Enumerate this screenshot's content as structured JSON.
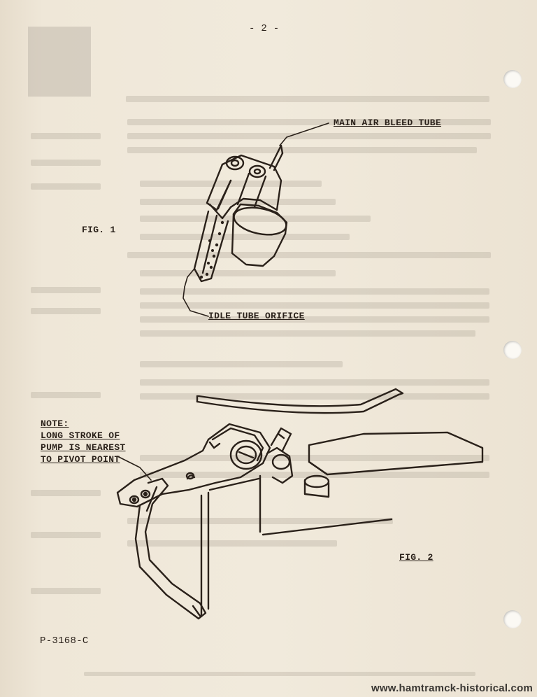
{
  "page": {
    "page_number": "- 2 -",
    "form_number": "P-3168-C"
  },
  "figure1": {
    "label": "FIG. 1",
    "callout_top": "MAIN AIR BLEED TUBE",
    "callout_bottom": "IDLE TUBE ORIFICE"
  },
  "figure2": {
    "label": "FIG. 2",
    "note": "NOTE:\nLONG STROKE OF\nPUMP IS NEAREST\nTO PIVOT POINT"
  },
  "watermark": "www.hamtramck-historical.com",
  "colors": {
    "paper": "#ede4d3",
    "ink": "#2a211a",
    "bleed_through": "#a89f90"
  }
}
